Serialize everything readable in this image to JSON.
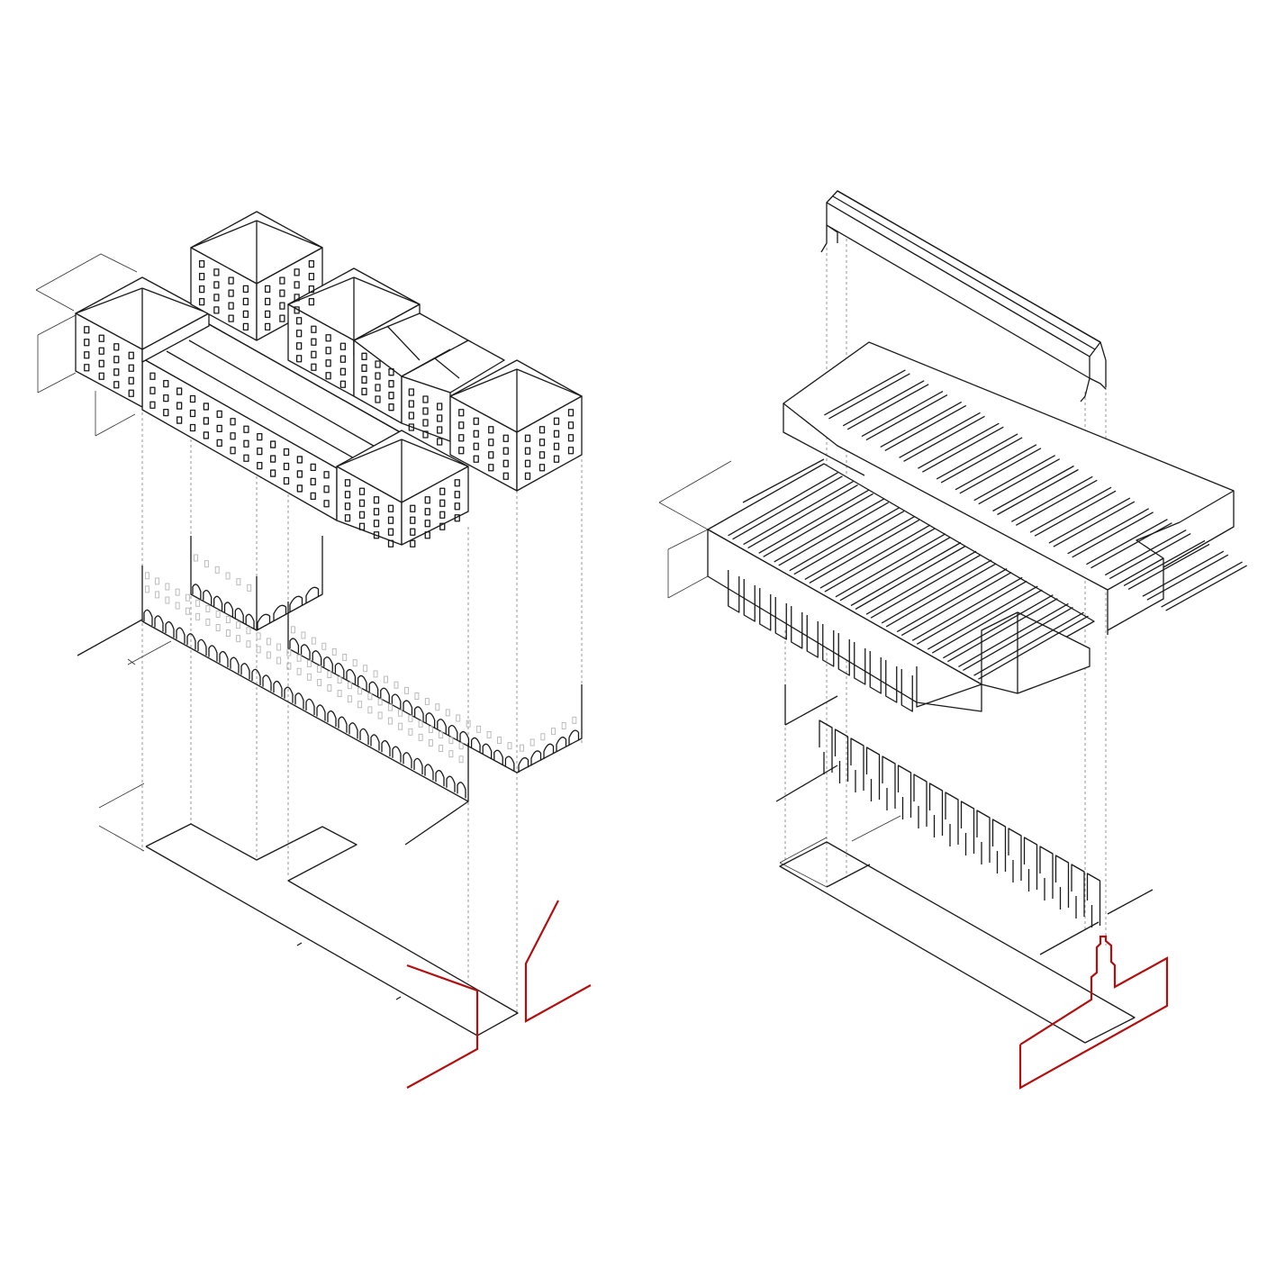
{
  "colors": {
    "line": "#1a1a1a",
    "construction": "#8a8a8a",
    "ghost": "#b5b5b5",
    "accent": "#b30f0f",
    "background": "#ffffff"
  },
  "diagrams": [
    {
      "id": "left",
      "layers": [
        "roofs-and-towers",
        "arcade-facades",
        "ground-plan",
        "site-boundary"
      ]
    },
    {
      "id": "right",
      "layers": [
        "ridge-canopy",
        "sawtooth-roof-hall",
        "column-row",
        "ground-plan",
        "site-boundary"
      ]
    }
  ]
}
